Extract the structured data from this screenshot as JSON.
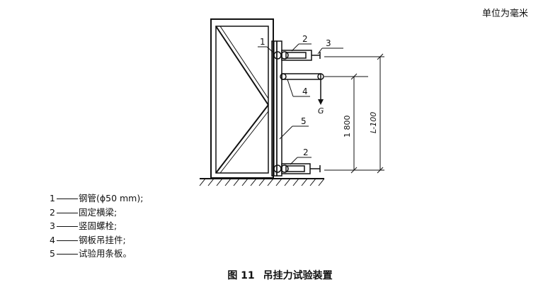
{
  "unit_note": "单位为毫米",
  "callouts": {
    "c1": "1",
    "c2_top": "2",
    "c3": "3",
    "c4": "4",
    "c5": "5",
    "c2_bottom": "2",
    "load": "G"
  },
  "dimensions": {
    "height_1800": "1 800",
    "l_minus_100": "L-100"
  },
  "legend": [
    {
      "num": "1",
      "text": "钢管(ϕ50 mm);"
    },
    {
      "num": "2",
      "text": "固定横梁;"
    },
    {
      "num": "3",
      "text": "竖固螺栓;"
    },
    {
      "num": "4",
      "text": "钢板吊挂件;"
    },
    {
      "num": "5",
      "text": "试验用条板。"
    }
  ],
  "caption": {
    "number": "图 11",
    "title": "吊挂力试验装置"
  }
}
